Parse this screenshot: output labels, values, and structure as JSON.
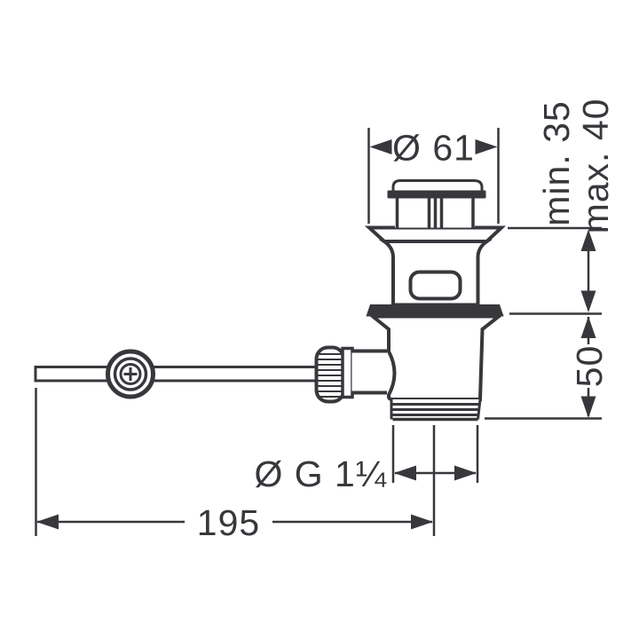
{
  "colors": {
    "line": "#37373c",
    "background": "#ffffff"
  },
  "drawing": {
    "kind": "technical-dimension-drawing",
    "labels": {
      "top_diameter": "Ø 61",
      "depth_min": "min. 35",
      "depth_max": "max. 40",
      "body_height": "50",
      "thread": "Ø G 1¼",
      "lever_length": "195"
    }
  }
}
